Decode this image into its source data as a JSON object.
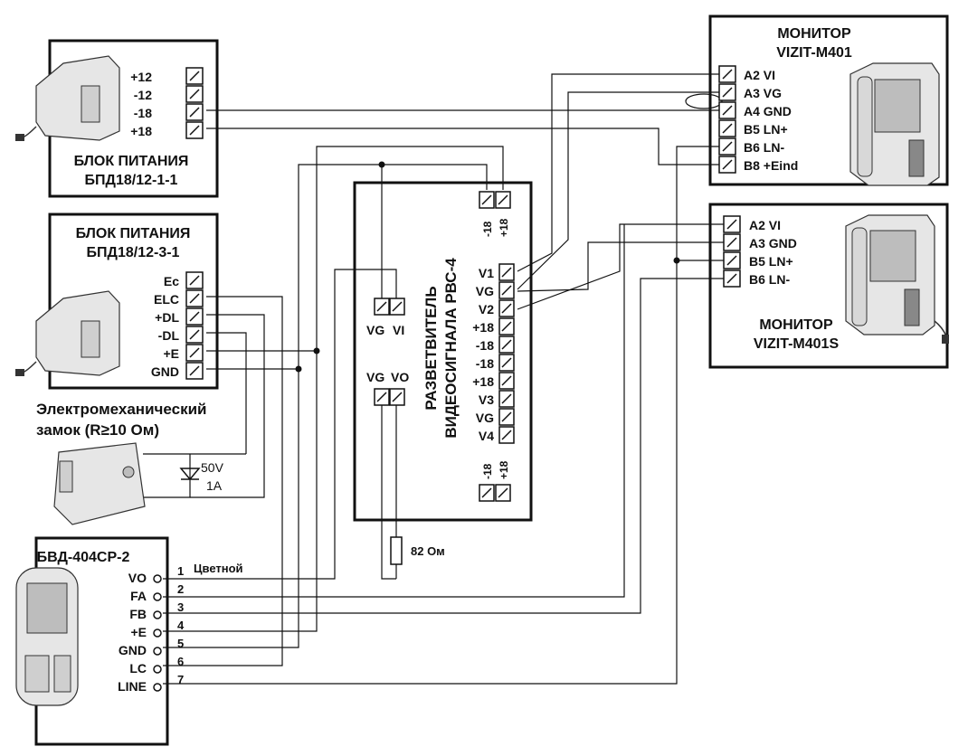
{
  "power_supply_1": {
    "title": "БЛОК ПИТАНИЯ",
    "model": "БПД18/12-1-1",
    "terminals": [
      "+12",
      "-12",
      "-18",
      "+18"
    ]
  },
  "power_supply_2": {
    "title": "БЛОК ПИТАНИЯ",
    "model": "БПД18/12-3-1",
    "terminals": [
      "Ec",
      "ELC",
      "+DL",
      "-DL",
      "+E",
      "GND"
    ]
  },
  "lock": {
    "line1": "Электромеханический",
    "line2": "замок (R≥10 Ом)",
    "diode_v": "50V",
    "diode_a": "1A"
  },
  "door_panel": {
    "model": "БВД-404СР-2",
    "terminals": [
      "VO",
      "FA",
      "FB",
      "+E",
      "GND",
      "LC",
      "LINE"
    ],
    "wire_numbers": [
      "1",
      "2",
      "3",
      "4",
      "5",
      "6",
      "7"
    ],
    "color_note": "Цветной"
  },
  "splitter": {
    "line1": "РАЗВЕТВИТЕЛЬ",
    "line2": "ВИДЕОСИГНАЛА РВС-4",
    "top_power": [
      "-18",
      "+18"
    ],
    "bottom_power": [
      "-18",
      "+18"
    ],
    "terminals": [
      "V1",
      "VG",
      "V2",
      "+18",
      "-18",
      "-18",
      "+18",
      "V3",
      "VG",
      "V4"
    ],
    "in_labels": [
      "VG",
      "VI"
    ],
    "out_labels": [
      "VG",
      "VO"
    ]
  },
  "resistor": {
    "label": "82 Ом"
  },
  "monitor_1": {
    "title": "МОНИТОР",
    "model": "VIZIT-M401",
    "terminals": [
      "A2 VI",
      "A3 VG",
      "A4 GND",
      "B5 LN+",
      "B6 LN-",
      "B8 +Eind"
    ]
  },
  "monitor_2": {
    "title": "МОНИТОР",
    "model": "VIZIT-M401S",
    "terminals": [
      "A2 VI",
      "A3 GND",
      "B5 LN+",
      "B6 LN-"
    ]
  }
}
